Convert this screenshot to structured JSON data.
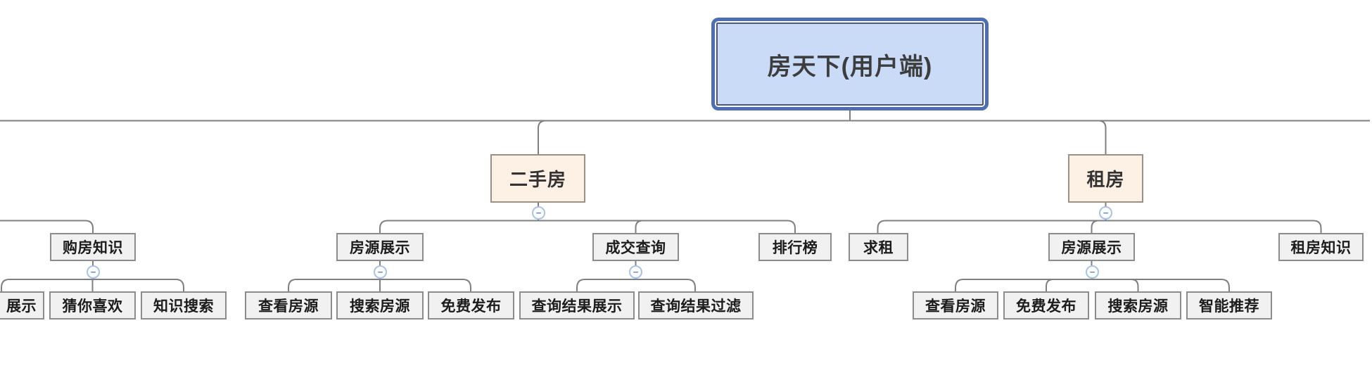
{
  "colors": {
    "root_border": "#4e6db3",
    "root_inner_border": "#4d5a75",
    "root_fill": "#c9dbf7",
    "branch_fill": "#fdf1e6",
    "branch_border": "#9a9088",
    "topic_fill": "#f1f1f1",
    "topic_border": "#8c8c8c",
    "line": "#7f7f7f",
    "collapse_ring": "#a9c2e8",
    "collapse_fill": "#fbfdff",
    "collapse_glyph_color": "#6b83b5",
    "text_dark": "#1c1c1c",
    "branch_text": "#333333",
    "root_text": "#3d3d3d"
  },
  "icons": {
    "collapse_glyph": "−"
  },
  "tree": {
    "root": {
      "label": "房天下(用户端)"
    },
    "purchase_knowledge": {
      "label": "购房知识",
      "children": {
        "display": {
          "label": "展示"
        },
        "guess_you_like": {
          "label": "猜你喜欢"
        },
        "knowledge_search": {
          "label": "知识搜索"
        }
      }
    },
    "second_hand": {
      "label": "二手房",
      "children": {
        "listing_display": {
          "label": "房源展示",
          "children": {
            "view_listing": {
              "label": "查看房源"
            },
            "search_listing": {
              "label": "搜索房源"
            },
            "free_publish": {
              "label": "免费发布"
            }
          }
        },
        "deal_query": {
          "label": "成交查询",
          "children": {
            "result_display": {
              "label": "查询结果展示"
            },
            "result_filter": {
              "label": "查询结果过滤"
            }
          }
        },
        "ranking": {
          "label": "排行榜"
        }
      }
    },
    "renting": {
      "label": "租房",
      "children": {
        "seek_rent": {
          "label": "求租"
        },
        "listing_display": {
          "label": "房源展示",
          "children": {
            "view_listing": {
              "label": "查看房源"
            },
            "free_publish": {
              "label": "免费发布"
            },
            "search_listing": {
              "label": "搜索房源"
            },
            "smart_recommend": {
              "label": "智能推荐"
            }
          }
        },
        "renting_knowledge": {
          "label": "租房知识"
        }
      }
    }
  }
}
